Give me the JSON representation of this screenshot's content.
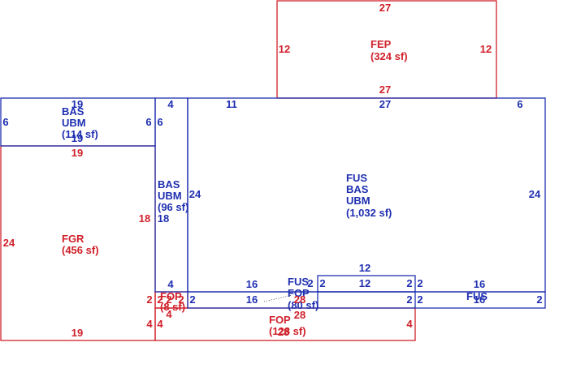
{
  "colors": {
    "red": "#d0202a",
    "blue": "#1f2fb0"
  },
  "areas": {
    "fep": {
      "lines": [
        "FEP",
        "(324 sf)"
      ]
    },
    "bas_left": {
      "lines": [
        "BAS",
        "UBM",
        "(114 sf)"
      ]
    },
    "bas_mid": {
      "lines": [
        "BAS",
        "UBM",
        "(96 sf)"
      ]
    },
    "main": {
      "lines": [
        "FUS",
        "BAS",
        "UBM",
        "(1,032 sf)"
      ]
    },
    "fgr": {
      "lines": [
        "FGR",
        "(456 sf)"
      ]
    },
    "fop_small": {
      "lines": [
        "FOP",
        "(8 sf)"
      ]
    },
    "fus_fop": {
      "lines": [
        "FUS",
        "FOP",
        "(80 sf)"
      ]
    },
    "fop_bottom": {
      "lines": [
        "FOP",
        "(128 sf)"
      ]
    },
    "fus_right": {
      "lines": [
        "FUS"
      ]
    }
  },
  "dims": {
    "fep_top": "27",
    "fep_left": "12",
    "fep_right": "12",
    "fep_bottom": "27",
    "bas_left_top": "19",
    "bas_left_left": "6",
    "bas_left_right": "6",
    "bas_left_bottom": "19",
    "bas_mid_top": "4",
    "bas_mid_left": "6",
    "bas_mid_right": "24",
    "bas_mid_18": "18",
    "bas_mid_bottom": "4",
    "main_top_left": "11",
    "main_top": "27",
    "main_top_right": "6",
    "main_right": "24",
    "step_12_top": "12",
    "step_12_inner": "12",
    "fgr_top": "19",
    "fgr_left": "24",
    "fgr_right": "18",
    "fgr_bottom": "19",
    "fop_small_2a": "2",
    "fop_small_2b": "2",
    "fop_small_4": "4",
    "fop_small_2c": "2",
    "fop_small_2d": "2",
    "row_16a": "16",
    "row_16b": "16",
    "row_2a": "2",
    "row_2b": "2",
    "row_2c": "2",
    "row_2d": "2",
    "row_2e": "2",
    "row_2f": "2",
    "row_2g": "2",
    "right_16a": "16",
    "right_16b": "16",
    "right_2": "2",
    "fop_28a": "28",
    "fop_28b": "28",
    "fop_bottom_4a": "4",
    "fop_bottom_4b": "4",
    "fop_bottom_4c": "4",
    "fop_bottom_28c": "28"
  }
}
